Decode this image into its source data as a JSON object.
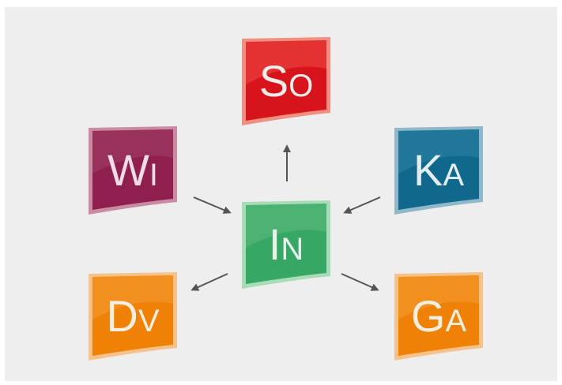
{
  "tiles": [
    {
      "id": "so",
      "big": "S",
      "small": "O",
      "colors": {
        "main": "#d7141c",
        "light": "#ec4a43",
        "border": "#f08f80"
      }
    },
    {
      "id": "wi",
      "big": "W",
      "small": "I",
      "colors": {
        "main": "#8e1f4e",
        "light": "#a3406a",
        "border": "#c98aa3"
      }
    },
    {
      "id": "ka",
      "big": "K",
      "small": "A",
      "colors": {
        "main": "#10688c",
        "light": "#2e84a6",
        "border": "#8fb7c9"
      }
    },
    {
      "id": "in",
      "big": "I",
      "small": "N",
      "colors": {
        "main": "#36a765",
        "light": "#5cbc80",
        "border": "#a8dcb6"
      }
    },
    {
      "id": "dv",
      "big": "D",
      "small": "V",
      "colors": {
        "main": "#ef8106",
        "light": "#f49c35",
        "border": "#f7c28a"
      }
    },
    {
      "id": "ga",
      "big": "G",
      "small": "A",
      "colors": {
        "main": "#ef8106",
        "light": "#f49c35",
        "border": "#f7c28a"
      }
    }
  ],
  "arrow_color": "#555555"
}
